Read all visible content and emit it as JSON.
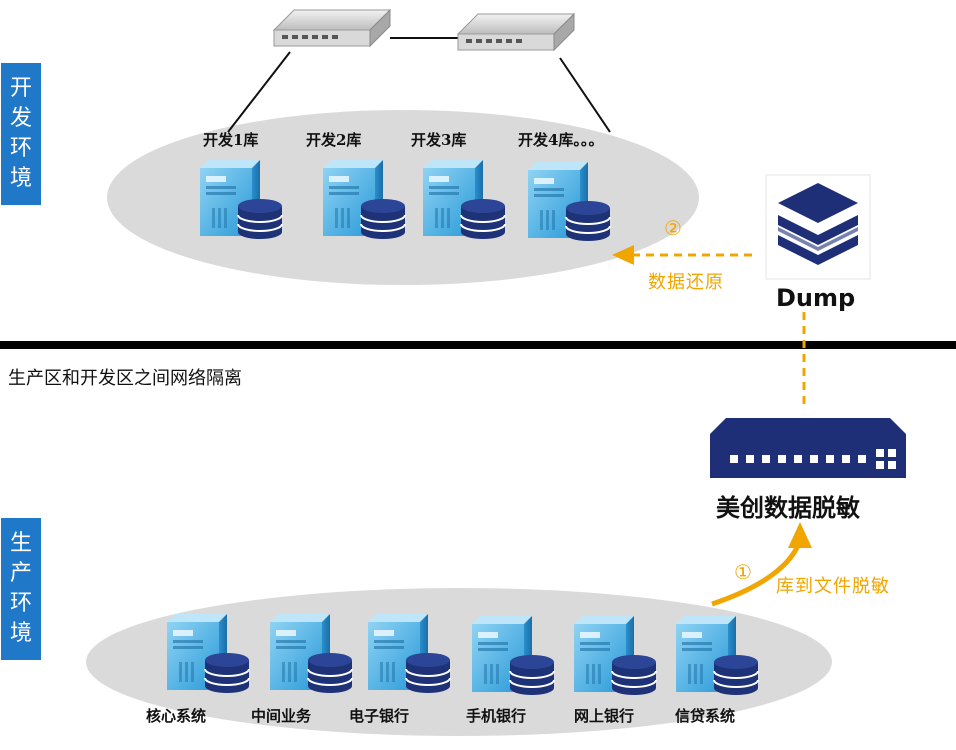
{
  "dev_env": {
    "side_label_chars": [
      "开",
      "发",
      "环",
      "境"
    ],
    "databases": [
      "开发1库",
      "开发2库",
      "开发3库",
      "开发4库。。。"
    ]
  },
  "prod_env": {
    "side_label_chars": [
      "生",
      "产",
      "环",
      "境"
    ],
    "systems": [
      "核心系统",
      "中间业务",
      "电子银行",
      "手机银行",
      "网上银行",
      "信贷系统"
    ]
  },
  "isolation": {
    "text": "生产区和开发区之间网络隔离"
  },
  "flow": {
    "step1_num": "①",
    "step1_text": "库到文件脱敏",
    "step2_num": "②",
    "step2_text": "数据还原",
    "dump_label": "Dump",
    "masking_label": "美创数据脱敏"
  },
  "colors": {
    "side_label_bg": "#1f78c8",
    "flow_accent": "#f0a500",
    "server_blue": "#4fb3e6",
    "db_navy": "#1e3278"
  },
  "icons": {
    "switch": "network-switch-icon",
    "server": "server-database-icon",
    "dump": "dump-stack-icon",
    "masking_device": "masking-appliance-icon"
  }
}
